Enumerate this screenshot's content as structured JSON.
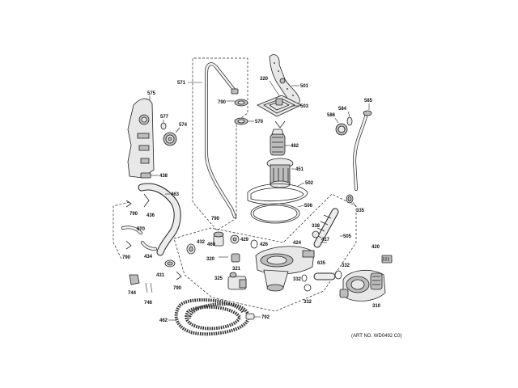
{
  "art_number": "(ART NO. WD0492 C0)",
  "labels": {
    "l571": "571",
    "l790a": "790",
    "l320a": "320",
    "l501": "501",
    "l503": "503",
    "l570a": "570",
    "l575": "575",
    "l577": "577",
    "l574": "574",
    "l586": "586",
    "l584": "584",
    "l585": "585",
    "l482": "482",
    "l451": "451",
    "l502": "502",
    "l438": "438",
    "l463": "463",
    "l506": "506",
    "l335": "335",
    "l790b": "790",
    "l570b": "570",
    "l790c": "790",
    "l432": "432",
    "l429": "429",
    "l426": "426",
    "l460": "460",
    "l424": "424",
    "l417": "417",
    "l505": "505",
    "l338": "338",
    "l420": "420",
    "l436": "436",
    "l790d": "790",
    "l434": "434",
    "l320b": "320",
    "l321": "321",
    "l635": "635",
    "l332a": "332",
    "l431": "431",
    "l325": "325",
    "l744": "744",
    "l790e": "790",
    "l746": "746",
    "l332b": "332",
    "l332c": "332",
    "l310": "310",
    "l462": "462",
    "l792": "792"
  }
}
